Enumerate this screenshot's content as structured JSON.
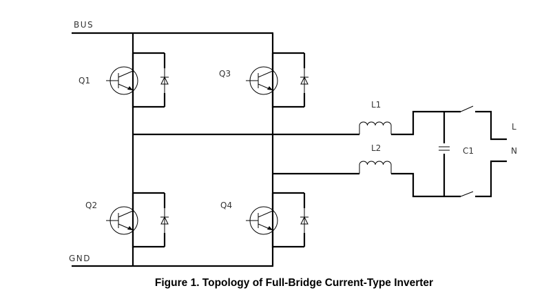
{
  "diagram": {
    "labels": {
      "bus": "BUS",
      "gnd": "GND",
      "q1": "Q1",
      "q2": "Q2",
      "q3": "Q3",
      "q4": "Q4",
      "l1": "L1",
      "l2": "L2",
      "c1": "C1",
      "line": "L",
      "neutral": "N"
    }
  },
  "caption": "Figure 1. Topology of Full-Bridge Current-Type Inverter"
}
